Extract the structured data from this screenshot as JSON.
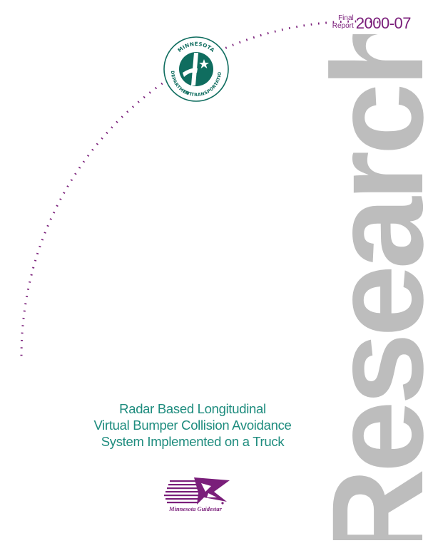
{
  "report": {
    "label_line1": "Final",
    "label_line2": "Report",
    "number": "2000-07"
  },
  "watermark": "Research",
  "seal": {
    "top_text": "MINNESOTA",
    "left_text": "DEPARTMENT",
    "bottom_text": "OF TRANSPORTATION"
  },
  "title": {
    "line1": "Radar Based Longitudinal",
    "line2": "Virtual Bumper Collision Avoidance",
    "line3": "System Implemented on a Truck"
  },
  "logo": {
    "label": "Minnesota Guidestar",
    "registered": "®"
  },
  "colors": {
    "purple": "#7a1e7a",
    "teal": "#1e8c7e",
    "gray": "#bdbdbd",
    "seal_green": "#0f6d5f"
  }
}
